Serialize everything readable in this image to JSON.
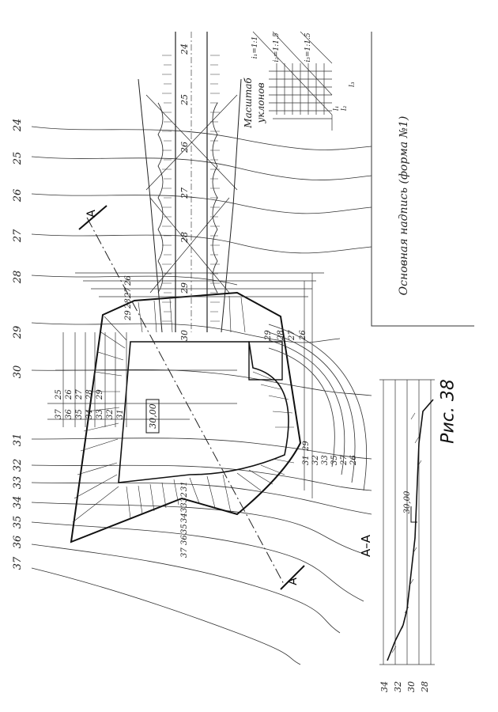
{
  "figure": {
    "caption": "Рис. 38",
    "title_block_label": "Основная надпись (форма №1)",
    "slope_scale_label": [
      "Масштаб",
      "уклонов"
    ],
    "slope_scale_ratios": [
      "i₁=1:1",
      "i₂=1:1.5",
      "i₃=1:1.5"
    ],
    "slope_scale_dims": [
      "l₁",
      "l₂",
      "l₃"
    ],
    "section_mark": "A",
    "section_title": "А–А",
    "platform_elevation": "30,00"
  },
  "terrain_contours": [
    "24",
    "25",
    "26",
    "27",
    "28",
    "29",
    "30",
    "31",
    "32",
    "33",
    "34",
    "35",
    "36",
    "37"
  ],
  "road_left_stations": [
    "24",
    "25",
    "26",
    "27",
    "28",
    "29",
    "30"
  ],
  "road_center_labels": [
    "27",
    "28",
    "29",
    "30"
  ],
  "cut_slope_levels_top": [
    "37",
    "36",
    "35",
    "34",
    "33",
    "32",
    "31"
  ],
  "fill_slope_levels_top": [
    "25",
    "26",
    "27",
    "28",
    "29"
  ],
  "corner_levels": [
    "29",
    "28",
    "27",
    "26"
  ],
  "corner_levels_right": [
    "29",
    "28",
    "27",
    "26"
  ],
  "bottom_cut_levels": [
    "37",
    "36",
    "35",
    "34",
    "33",
    "32",
    "31"
  ],
  "curve_fill_levels": [
    "29",
    "31",
    "32",
    "33",
    "35",
    "27",
    "26"
  ],
  "section_levels": [
    "34",
    "32",
    "30",
    "28"
  ]
}
